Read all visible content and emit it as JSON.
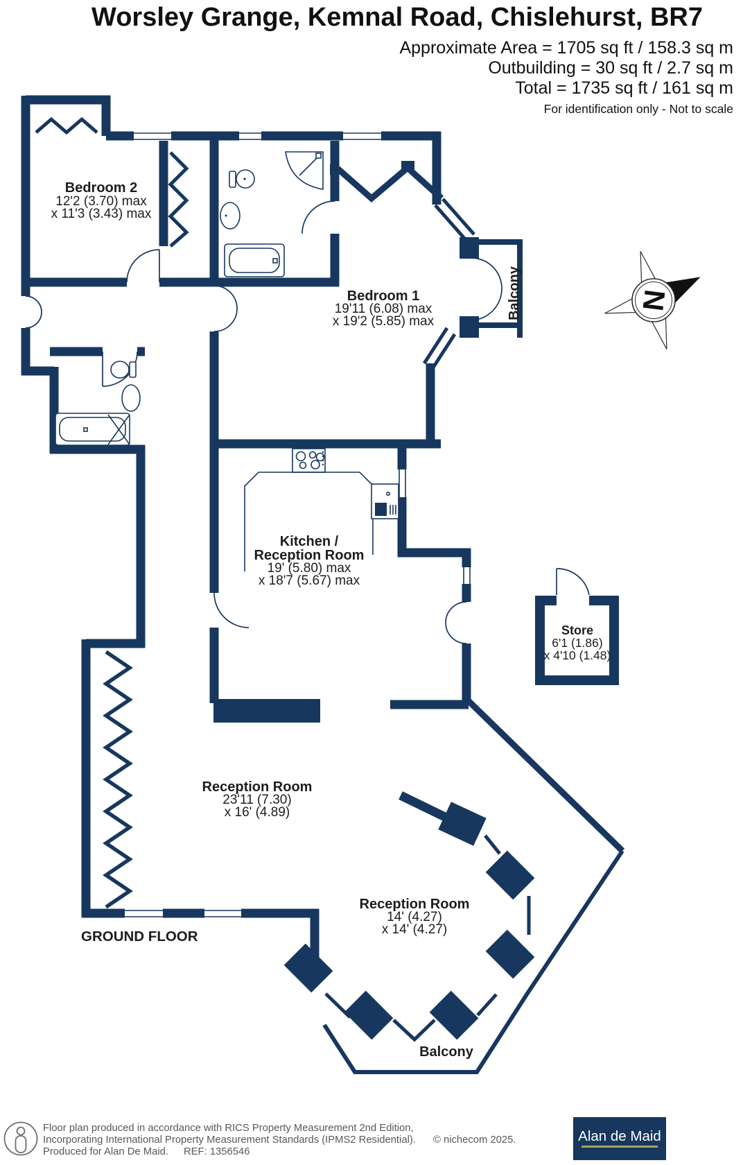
{
  "header": {
    "title": "Worsley Grange, Kemnal Road, Chislehurst, BR7",
    "area": "Approximate Area = 1705 sq ft / 158.3 sq m",
    "outbuilding": "Outbuilding = 30 sq ft / 2.7 sq m",
    "total": "Total = 1735 sq ft / 161 sq m",
    "disclaimer": "For identification only - Not to scale"
  },
  "rooms": {
    "bedroom2": {
      "name": "Bedroom 2",
      "dim1": "12'2 (3.70) max",
      "dim2": "x 11'3 (3.43) max"
    },
    "bedroom1": {
      "name": "Bedroom 1",
      "dim1": "19'11 (6.08) max",
      "dim2": "x 19'2 (5.85) max"
    },
    "kitchen": {
      "name_line1": "Kitchen /",
      "name_line2": "Reception Room",
      "dim1": "19' (5.80) max",
      "dim2": "x 18'7 (5.67) max"
    },
    "store": {
      "name": "Store",
      "dim1": "6'1 (1.86)",
      "dim2": "x 4'10 (1.48)"
    },
    "reception_main": {
      "name": "Reception Room",
      "dim1": "23'11 (7.30)",
      "dim2": "x 16' (4.89)"
    },
    "reception_bay": {
      "name": "Reception Room",
      "dim1": "14' (4.27)",
      "dim2": "x 14' (4.27)"
    }
  },
  "labels": {
    "balcony_right": "Balcony",
    "balcony_bottom": "Balcony",
    "ground_floor": "GROUND FLOOR"
  },
  "compass": {
    "letter": "N"
  },
  "footer": {
    "line1": "Floor plan produced in accordance with RICS Property Measurement 2nd Edition,",
    "line2": "Incorporating International Property Measurement Standards (IPMS2 Residential).",
    "copyright": "© nichecom 2025.",
    "line3a": "Produced for Alan De Maid.",
    "line3b": "REF: 1356546",
    "logo_text": "Alan de Maid"
  },
  "colors": {
    "wall": "#17375e",
    "logo_bg": "#17375e",
    "logo_underline": "#a6a65f",
    "footer_text": "#58585a"
  }
}
